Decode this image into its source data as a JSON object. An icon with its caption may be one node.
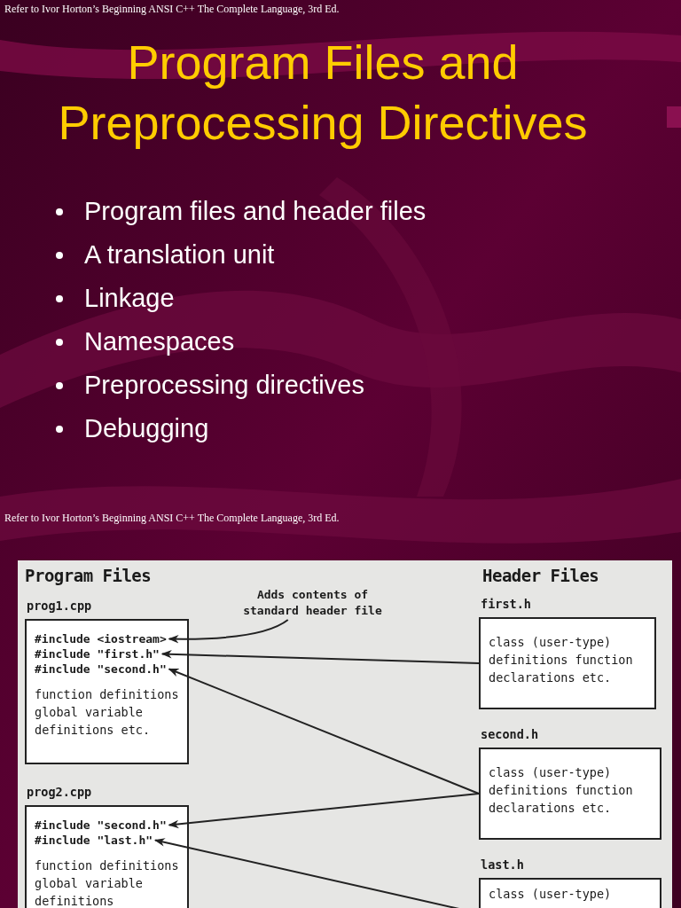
{
  "diagram": {
    "title": "Program Files and Preprocessing Directives",
    "nodes": [
      {
        "text": [
          "prog1.cpp",
          "function definitions global variable definitions etc."
        ]
      },
      {
        "text": [
          "#include <iostream>"
        ],
        "in": 0
      },
      {
        "text": [
          "#include \"first.h\""
        ],
        "in": 0
      },
      {
        "text": [
          "#include \"second.h\""
        ],
        "in": 0
      },
      {
        "text": [
          "Adds contents of standard header file"
        ]
      },
      {
        "text": [
          "first.h",
          "class (user-type) definitions function declarations etc."
        ]
      },
      {
        "text": [
          "second.h",
          "class (user-type) definitions function declarations etc."
        ]
      },
      {
        "text": [
          "prog2.cpp",
          "function definitions global variable definitions"
        ]
      },
      {
        "text": [
          "#include \"second.h\""
        ],
        "in": 7
      },
      {
        "text": [
          "#include \"last.h\""
        ],
        "in": 7
      },
      {
        "text": [
          "last.h",
          "class (user-type)"
        ]
      }
    ],
    "edges": [
      {
        "from": 4,
        "to": 1,
        "arrow": "to"
      },
      {
        "from": 5,
        "to": 2,
        "arrow": "to"
      },
      {
        "from": 6,
        "to": 3,
        "arrow": "to"
      },
      {
        "from": 6,
        "to": 8,
        "arrow": "to"
      },
      {
        "from": 10,
        "to": 9,
        "arrow": "to"
      }
    ],
    "labels": [
      "Refer to Ivor Horton’s Beginning ANSI C++ The Complete Language, 3rd Ed.",
      "Program files and header files",
      "A translation unit",
      "Linkage",
      "Namespaces",
      "Preprocessing directives",
      "Debugging",
      "Refer to Ivor Horton’s Beginning ANSI C++ The Complete Language, 3rd Ed.",
      "Program Files",
      "Header Files"
    ]
  }
}
